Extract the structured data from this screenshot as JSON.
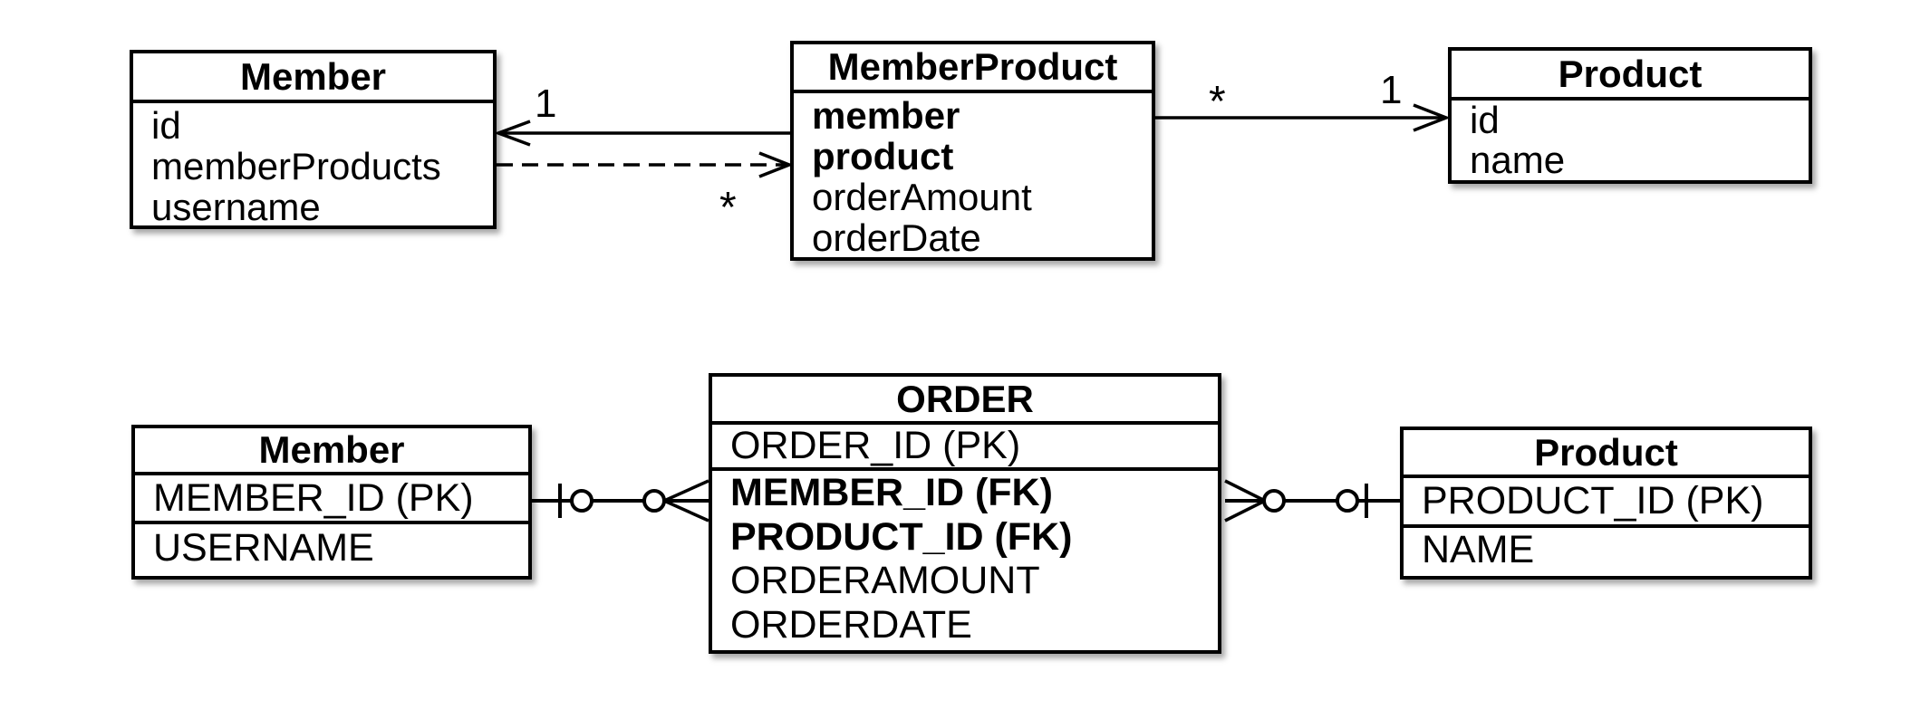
{
  "class_diagram": {
    "member": {
      "title": "Member",
      "fields": [
        "id",
        "memberProducts",
        "username"
      ]
    },
    "member_product": {
      "title": "MemberProduct",
      "fields": [
        "member",
        "product",
        "orderAmount",
        "orderDate"
      ]
    },
    "product": {
      "title": "Product",
      "fields": [
        "id",
        "name"
      ]
    },
    "multiplicities": {
      "left_one": "1",
      "left_many": "*",
      "right_many": "*",
      "right_one": "1"
    }
  },
  "er_diagram": {
    "member": {
      "title": "Member",
      "rows": [
        "MEMBER_ID (PK)",
        "USERNAME"
      ]
    },
    "order": {
      "title": "ORDER",
      "primary_key_row": "ORDER_ID (PK)",
      "rows": [
        "MEMBER_ID (FK)",
        "PRODUCT_ID (FK)",
        "ORDERAMOUNT",
        "ORDERDATE"
      ]
    },
    "product": {
      "title": "Product",
      "rows": [
        "PRODUCT_ID (PK)",
        "NAME"
      ]
    }
  },
  "colors": {
    "stroke": "#000000",
    "background": "#ffffff"
  }
}
